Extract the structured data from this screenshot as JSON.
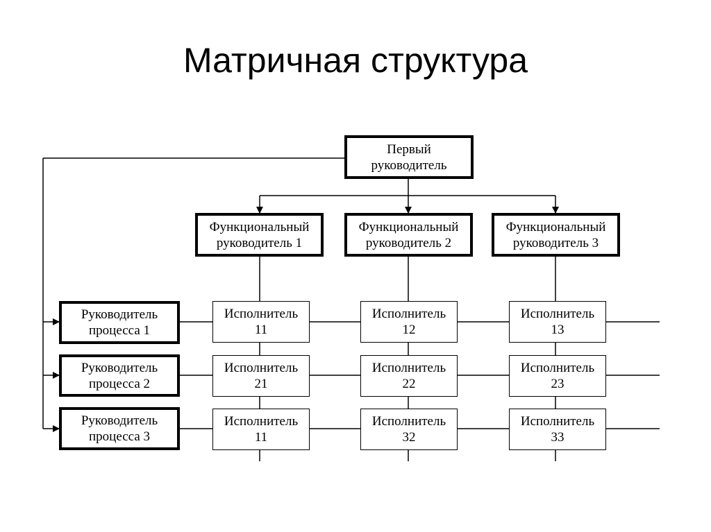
{
  "title": "Матричная структура",
  "diagram": {
    "top_manager": {
      "line1": "Первый",
      "line2": "руководитель"
    },
    "functional_managers": [
      {
        "line1": "Функциональный",
        "line2": "руководитель 1"
      },
      {
        "line1": "Функциональный",
        "line2": "руководитель 2"
      },
      {
        "line1": "Функциональный",
        "line2": "руководитель 3"
      }
    ],
    "process_managers": [
      {
        "line1": "Руководитель",
        "line2": "процесса 1"
      },
      {
        "line1": "Руководитель",
        "line2": "процесса 2"
      },
      {
        "line1": "Руководитель",
        "line2": "процесса 3"
      }
    ],
    "executors": [
      [
        {
          "line1": "Исполнитель",
          "line2": "11"
        },
        {
          "line1": "Исполнитель",
          "line2": "12"
        },
        {
          "line1": "Исполнитель",
          "line2": "13"
        }
      ],
      [
        {
          "line1": "Исполнитель",
          "line2": "21"
        },
        {
          "line1": "Исполнитель",
          "line2": "22"
        },
        {
          "line1": "Исполнитель",
          "line2": "23"
        }
      ],
      [
        {
          "line1": "Исполнитель",
          "line2": "11"
        },
        {
          "line1": "Исполнитель",
          "line2": "32"
        },
        {
          "line1": "Исполнитель",
          "line2": "33"
        }
      ]
    ]
  }
}
